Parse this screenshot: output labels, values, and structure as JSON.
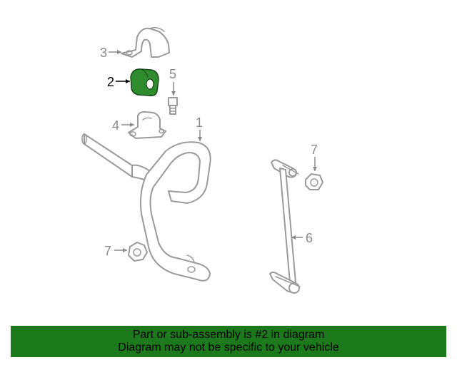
{
  "diagram": {
    "callouts": [
      "1",
      "2",
      "3",
      "4",
      "5",
      "6",
      "7",
      "7"
    ],
    "highlight_color": "#2e8b2e"
  },
  "footer": {
    "line1": "Part or sub-assembly is #2 in diagram",
    "line2": "Diagram may not be specific to your vehicle",
    "background": "#1c7a1c"
  }
}
